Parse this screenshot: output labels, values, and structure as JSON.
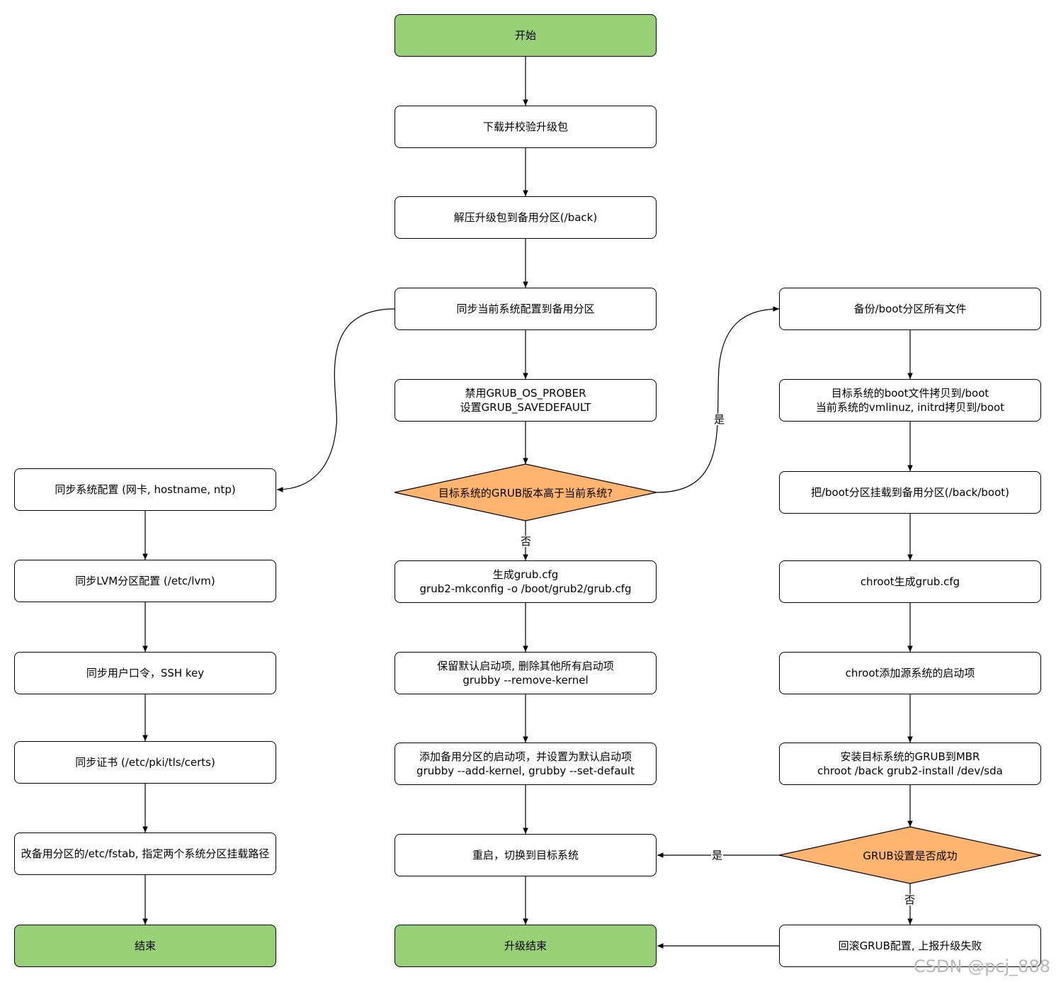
{
  "colors": {
    "terminal": "#97d077",
    "decision": "#ffb570",
    "process": "#ffffff",
    "stroke": "#000000"
  },
  "nodes": {
    "start": "开始",
    "download": "下载并校验升级包",
    "extract": "解压升级包到备用分区(/back)",
    "sync_config": "同步当前系统配置到备用分区",
    "disable_prober": "禁用GRUB_OS_PROBER\n设置GRUB_SAVEDEFAULT",
    "grub_newer": "目标系统的GRUB版本高于当前系统?",
    "gen_grub_cfg": "生成grub.cfg\ngrub2-mkconfig -o /boot/grub2/grub.cfg",
    "keep_default": "保留默认启动项, 删除其他所有启动项\ngrubby --remove-kernel",
    "add_entry": "添加备用分区的启动项，并设置为默认启动项\ngrubby --add-kernel, grubby --set-default",
    "reboot": "重启，切换到目标系统",
    "upgrade_end": "升级结束",
    "sync_sys": "同步系统配置 (网卡, hostname, ntp)",
    "sync_lvm": "同步LVM分区配置 (/etc/lvm)",
    "sync_user": "同步用户口令，SSH key",
    "sync_certs": "同步证书 (/etc/pki/tls/certs)",
    "edit_fstab": "改备用分区的/etc/fstab, 指定两个系统分区挂载路径",
    "end": "结束",
    "backup_boot": "备份/boot分区所有文件",
    "copy_boot": "目标系统的boot文件拷贝到/boot\n当前系统的vmlinuz, initrd拷贝到/boot",
    "mount_boot": "把/boot分区挂载到备用分区(/back/boot)",
    "chroot_gen": "chroot生成grub.cfg",
    "chroot_add": "chroot添加源系统的启动项",
    "install_grub": "安装目标系统的GRUB到MBR\nchroot /back grub2-install /dev/sda",
    "grub_ok": "GRUB设置是否成功",
    "rollback": "回滚GRUB配置, 上报升级失败"
  },
  "edge_labels": {
    "yes_right": "是",
    "no_down": "否",
    "yes_left": "是",
    "no_rollback": "否"
  },
  "watermark": "CSDN @pcj_888"
}
